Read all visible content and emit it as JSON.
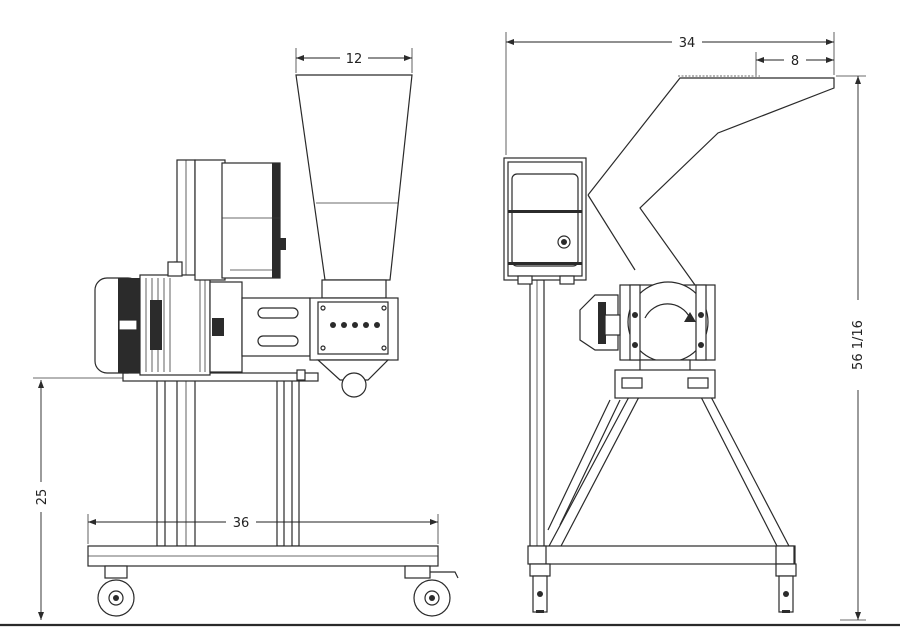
{
  "dimensions": {
    "hopper_width": "12",
    "overall_width_side": "34",
    "outlet_width": "8",
    "frame_height": "25",
    "frame_length": "36",
    "overall_height": "56 1/16"
  }
}
